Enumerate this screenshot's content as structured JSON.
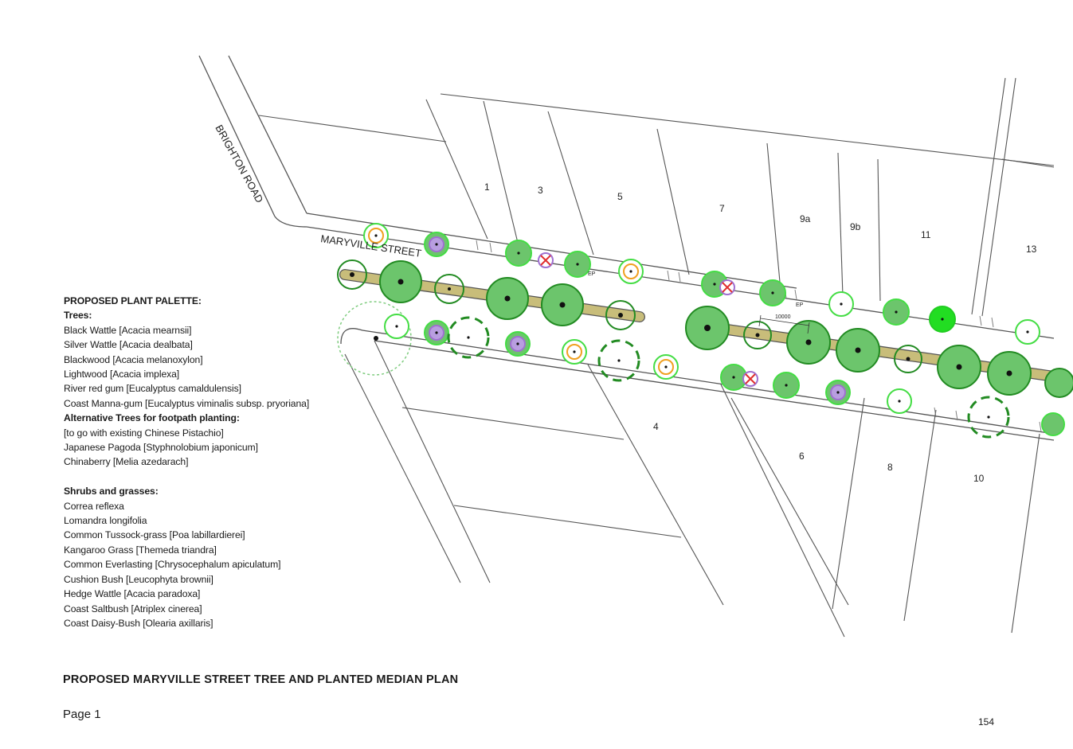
{
  "plan": {
    "streets": {
      "brighton_road": "BRIGHTON ROAD",
      "maryville_street": "MARYVILLE STREET"
    },
    "lots_north": [
      "1",
      "3",
      "5",
      "7",
      "9a",
      "9b",
      "11",
      "13"
    ],
    "lots_south": [
      "4",
      "6",
      "8",
      "10"
    ],
    "annotations": {
      "ep_1": "EP",
      "ep_2": "EP",
      "dimension": "10000"
    },
    "colors": {
      "tree_green": "#6cc56c",
      "tree_light": "#8ee08e",
      "tree_bright": "#22dd22",
      "outline_green": "#228b22",
      "median_fill": "#c8bd7a",
      "orange": "#f0a020",
      "purple": "#a070d0",
      "remove_red": "#e03030"
    }
  },
  "legend": {
    "heading": "PROPOSED PLANT PALETTE:",
    "trees_heading": "Trees:",
    "trees": [
      "Black Wattle [Acacia mearnsii]",
      "Silver Wattle [Acacia dealbata]",
      "Blackwood [Acacia melanoxylon]",
      "Lightwood [Acacia implexa]",
      "River red gum [Eucalyptus camaldulensis]",
      "Coast Manna-gum [Eucalyptus viminalis subsp. pryoriana]"
    ],
    "alt_heading": "Alternative Trees for footpath planting:",
    "alt_trees": [
      "[to go with existing Chinese Pistachio]",
      "Japanese Pagoda [Styphnolobium japonicum]",
      "Chinaberry [Melia azedarach]"
    ],
    "shrubs_heading": "Shrubs and grasses:",
    "shrubs": [
      "Correa reflexa",
      "Lomandra longifolia",
      "Common Tussock-grass [Poa labillardierei]",
      "Kangaroo Grass [Themeda triandra]",
      "Common Everlasting [Chrysocephalum apiculatum]",
      "Cushion Bush [Leucophyta brownii]",
      "Hedge Wattle [Acacia paradoxa]",
      "Coast Saltbush [Atriplex cinerea]",
      "Coast Daisy-Bush [Olearia axillaris]"
    ]
  },
  "title": "PROPOSED MARYVILLE STREET TREE AND PLANTED MEDIAN PLAN",
  "page_label": "Page 1",
  "page_number": "154"
}
